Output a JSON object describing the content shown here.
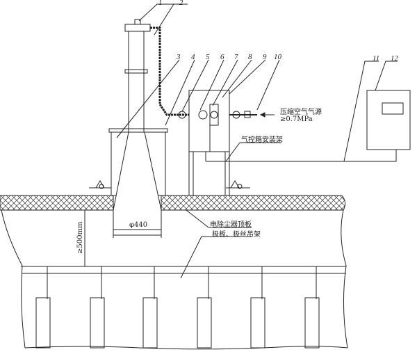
{
  "part_numbers": [
    "1",
    "2",
    "3",
    "4",
    "5",
    "6",
    "7",
    "8",
    "9",
    "10",
    "11",
    "12"
  ],
  "labels": {
    "air_source": "压缩空气气源",
    "air_pressure": "≥0.7MPa",
    "control_box_stand": "气控箱安装架",
    "top_plate": "电除尘器顶板",
    "hangers": "极板、极丝吊架",
    "diameter": "φ440",
    "min_distance": "≥500mm"
  }
}
